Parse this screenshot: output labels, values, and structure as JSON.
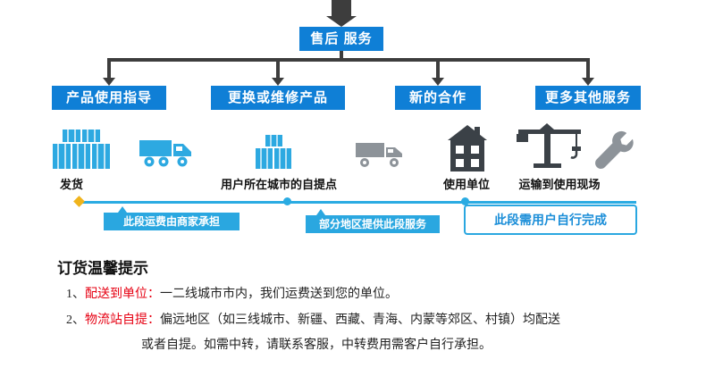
{
  "diagram": {
    "title": "售后 服务",
    "branches": [
      {
        "label": "产品使用指导"
      },
      {
        "label": "更换或维修产品"
      },
      {
        "label": "新的合作"
      },
      {
        "label": "更多其他服务"
      }
    ],
    "stations": {
      "shipping": "发货",
      "pickup_point": "用户所在城市的自提点",
      "user_unit": "使用单位",
      "transport_site": "运输到使用现场"
    },
    "timeline_segments": {
      "merchant": "此段运费由商家承担",
      "partial": "部分地区提供此段服务",
      "user": "此段需用户自行完成"
    },
    "icons": [
      {
        "name": "cargo-boxes-icon",
        "color": "#2da9e1"
      },
      {
        "name": "truck-icon",
        "color": "#2da9e1"
      },
      {
        "name": "cargo-boxes-small-icon",
        "color": "#2da9e1"
      },
      {
        "name": "gray-truck-icon",
        "color": "#8d9399"
      },
      {
        "name": "building-icon",
        "color": "#3b4147"
      },
      {
        "name": "tower-crane-icon",
        "color": "#3b4147"
      },
      {
        "name": "wrench-icon",
        "color": "#8d9399"
      }
    ]
  },
  "tips": {
    "heading": "订货温馨提示",
    "items": [
      {
        "num": "1、",
        "label": "配送到单位：",
        "text": "一二线城市市内，我们运费送到您的单位。"
      },
      {
        "num": "2、",
        "label": "物流站自提：",
        "text": "偏远地区（如三线城市、新疆、西藏、青海、内蒙等郊区、村镇）均配送",
        "text_cont": "或者自提。如需中转，请联系客服，中转费用需客户自行承担。"
      }
    ]
  },
  "colors": {
    "primary_blue": "#0f7fd6",
    "light_blue": "#2aa7e0",
    "timeline_blue": "#2aabe2",
    "icon_dark": "#3b4147",
    "icon_gray": "#8d9399",
    "connector_dark": "#3d3d3d",
    "tip_red": "#e60012",
    "marker_gold": "#f0b41c"
  }
}
